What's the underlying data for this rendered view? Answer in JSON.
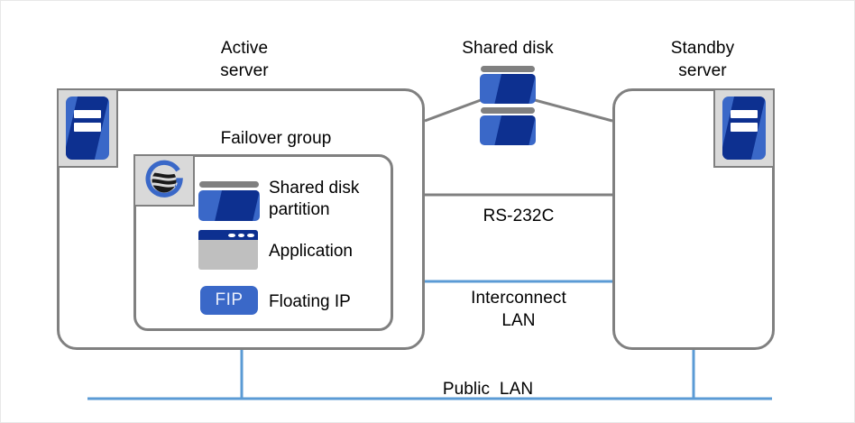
{
  "diagram": {
    "title_labels": {
      "active_server": "Active\nserver",
      "shared_disk": "Shared disk",
      "standby_server": "Standby\nserver"
    },
    "active_server": {
      "icon": "server-icon",
      "group": {
        "label": "Failover group",
        "icon": "clusterpro-globe-icon",
        "resources": [
          {
            "icon": "shared-disk-partition-icon",
            "label": "Shared disk\npartition"
          },
          {
            "icon": "application-window-icon",
            "label": "Application"
          },
          {
            "icon": "fip-badge-icon",
            "badge_text": "FIP",
            "label": "Floating IP"
          }
        ]
      }
    },
    "standby_server": {
      "icon": "server-icon"
    },
    "shared_disk": {
      "icon": "shared-disk-stack-icon",
      "units": 2
    },
    "connections": [
      {
        "name": "rs-232c",
        "label": "RS-232C",
        "color": "#808080"
      },
      {
        "name": "interconnect-lan",
        "label": "Interconnect\nLAN",
        "color": "#5b9bd5"
      },
      {
        "name": "public-lan",
        "label": "Public  LAN",
        "color": "#5b9bd5"
      }
    ],
    "colors": {
      "line_gray": "#808080",
      "line_blue": "#5b9bd5",
      "icon_blue": "#3a68c8",
      "icon_dark_blue": "#0d3090",
      "badge_gray": "#d9d9d9",
      "app_gray": "#bfbfbf",
      "text": "#000000",
      "background": "#ffffff"
    }
  }
}
